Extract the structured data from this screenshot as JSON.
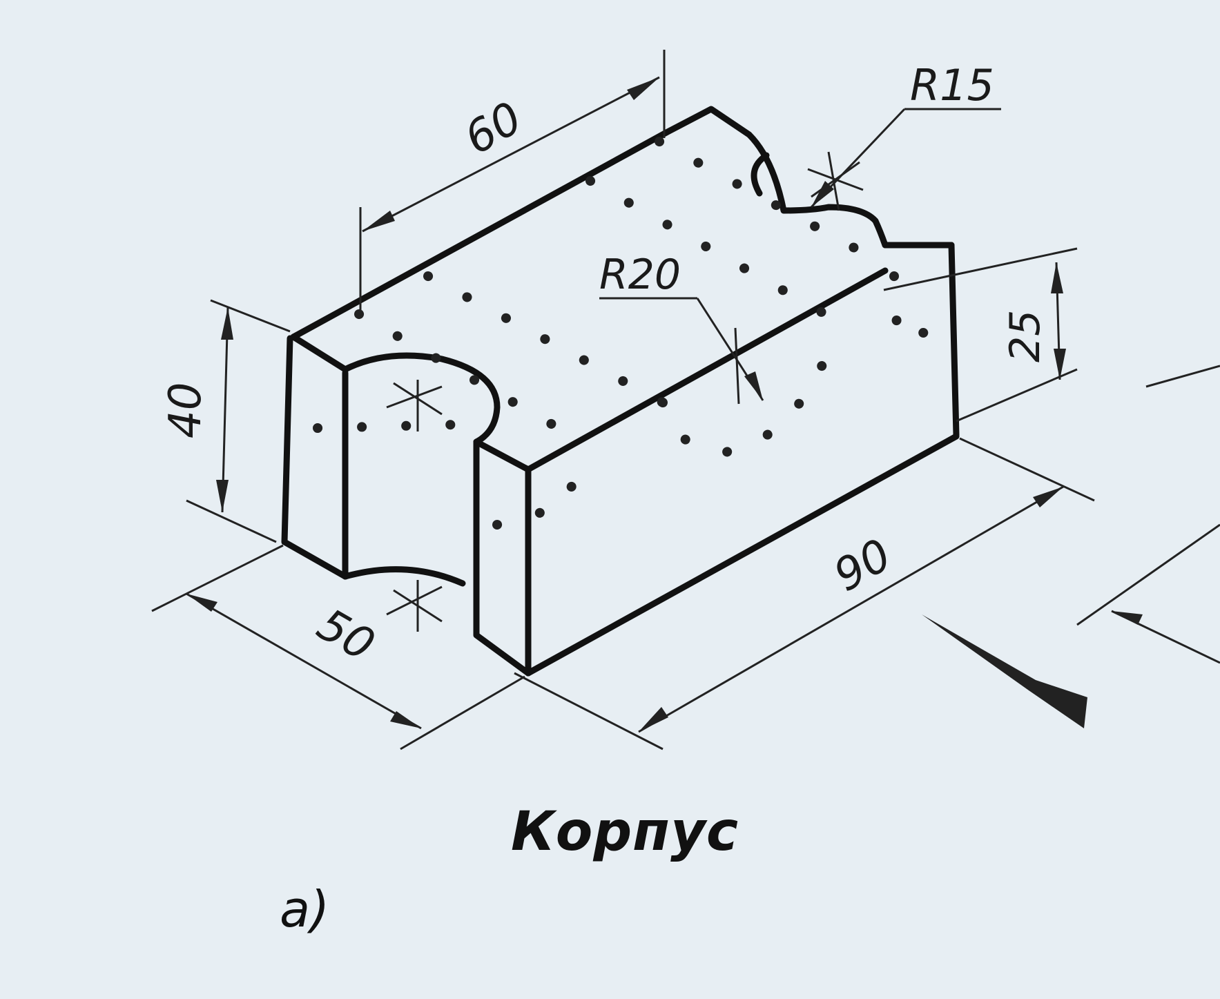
{
  "figure": {
    "caption_title": "Корпус",
    "caption_label": "а)"
  },
  "dimensions": {
    "length_top": "60",
    "length_bottom": "90",
    "width": "50",
    "height": "40",
    "step_height": "25",
    "radius_left": "R20",
    "radius_top": "R15"
  }
}
